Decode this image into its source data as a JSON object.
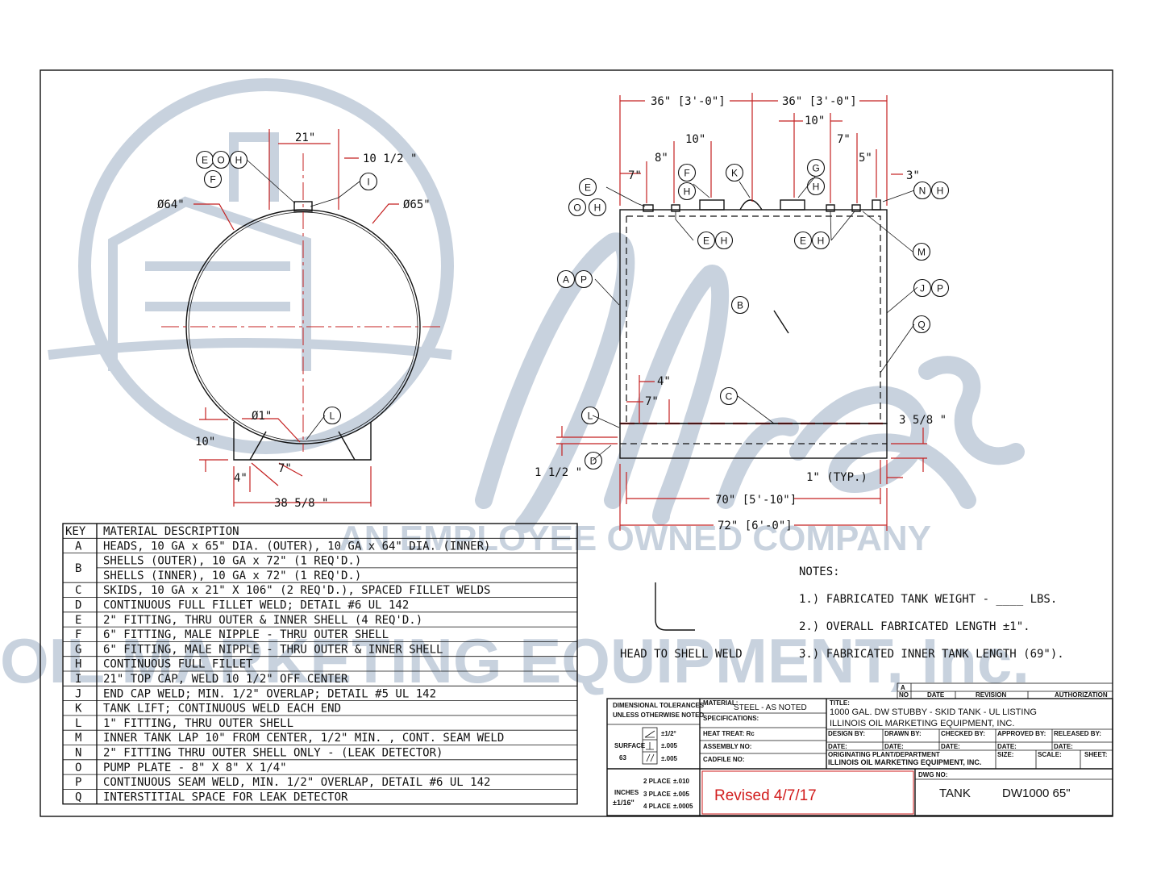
{
  "watermark": {
    "tagline": "AN EMPLOYEE OWNED COMPANY",
    "company": "OIL MARKETING EQUIPMENT, Inc."
  },
  "end_view": {
    "dim_21": "21\"",
    "dim_10_5": "10 1/2 \"",
    "dia_inner": "Ø64\"",
    "dia_outer": "Ø65\"",
    "dia_1": "Ø1\"",
    "dim_10": "10\"",
    "dim_4": "4\"",
    "dim_7": "7\"",
    "dim_38": "38 5/8 \""
  },
  "side_view": {
    "dim_36_left": "36\" [3'-0\"]",
    "dim_36_right": "36\" [3'-0\"]",
    "dim_10_left": "10\"",
    "dim_10_right": "10\"",
    "dim_8": "8\"",
    "dim_7_left": "7\"",
    "dim_7_right": "7\"",
    "dim_5": "5\"",
    "dim_3": "3\"",
    "dim_4": "4\"",
    "dim_7_inner": "7\"",
    "dim_3_5_8": "3 5/8 \"",
    "dim_1_1_2": "1 1/2 \"",
    "dim_1_typ": "1\" (TYP.)",
    "dim_70": "70\" [5'-10\"]",
    "dim_72": "72\" [6'-0\"]"
  },
  "bubbles": [
    "A",
    "B",
    "C",
    "D",
    "E",
    "F",
    "G",
    "H",
    "I",
    "J",
    "K",
    "L",
    "M",
    "N",
    "O",
    "P",
    "Q"
  ],
  "legend": {
    "head_key": "KEY",
    "head_desc": "MATERIAL DESCRIPTION",
    "rows": [
      {
        "key": "A",
        "desc": "HEADS, 10 GA x 65\" DIA. (OUTER), 10 GA x 64\" DIA. (INNER)"
      },
      {
        "key": "B",
        "desc": "SHELLS (OUTER), 10 GA x 72\" (1 REQ'D.)"
      },
      {
        "key": "",
        "desc": "SHELLS (INNER), 10 GA x 72\" (1 REQ'D.)"
      },
      {
        "key": "C",
        "desc": "SKIDS, 10 GA x 21\" X 106\" (2 REQ'D.), SPACED FILLET WELDS"
      },
      {
        "key": "D",
        "desc": "CONTINUOUS FULL FILLET WELD; DETAIL #6 UL 142"
      },
      {
        "key": "E",
        "desc": "2\" FITTING, THRU OUTER & INNER SHELL (4 REQ'D.)"
      },
      {
        "key": "F",
        "desc": "6\" FITTING, MALE NIPPLE - THRU OUTER SHELL"
      },
      {
        "key": "G",
        "desc": "6\" FITTING, MALE NIPPLE - THRU OUTER & INNER SHELL"
      },
      {
        "key": "H",
        "desc": "CONTINUOUS FULL FILLET"
      },
      {
        "key": "I",
        "desc": "21\" TOP CAP, WELD 10 1/2\" OFF CENTER"
      },
      {
        "key": "J",
        "desc": "END CAP WELD; MIN. 1/2\" OVERLAP; DETAIL #5 UL 142"
      },
      {
        "key": "K",
        "desc": "TANK LIFT; CONTINUOUS WELD EACH END"
      },
      {
        "key": "L",
        "desc": "1\" FITTING, THRU OUTER SHELL"
      },
      {
        "key": "M",
        "desc": "INNER TANK LAP 10\" FROM CENTER, 1/2\" MIN. , CONT. SEAM WELD"
      },
      {
        "key": "N",
        "desc": "2\" FITTING THRU OUTER SHELL ONLY - (LEAK DETECTOR)"
      },
      {
        "key": "O",
        "desc": "PUMP PLATE - 8\" X 8\" X 1/4\""
      },
      {
        "key": "P",
        "desc": "CONTINUOUS SEAM WELD, MIN. 1/2\" OVERLAP, DETAIL #6 UL 142"
      },
      {
        "key": "Q",
        "desc": "INTERSTITIAL SPACE FOR LEAK DETECTOR"
      }
    ]
  },
  "weld_detail": {
    "label": "HEAD TO SHELL WELD"
  },
  "notes": {
    "heading": "NOTES:",
    "items": [
      "1.) FABRICATED TANK WEIGHT - ____ LBS.",
      "2.) OVERALL FABRICATED LENGTH ±1\".",
      "3.) FABRICATED INNER TANK LENGTH (69\")."
    ]
  },
  "title_block": {
    "rev_a": "A",
    "rev_no": "NO",
    "rev_date": "DATE",
    "rev_revision": "REVISION",
    "rev_auth": "AUTHORIZATION",
    "tol_1": "DIMENSIONAL TOLERANCES",
    "tol_2": "UNLESS OTHERWISE NOTED",
    "surface": "SURFACE",
    "surface_val": "63",
    "sym_1": "±1/2°",
    "sym_2": "±.005",
    "sym_3": "±.005",
    "inches": "INCHES",
    "inches_val": "±1/16\"",
    "place_2": "2 PLACE",
    "place_2_val": "±.010",
    "place_3": "3 PLACE",
    "place_3_val": "±.005",
    "place_4": "4 PLACE",
    "place_4_val": "±.0005",
    "material_label": "MATERIAL:",
    "material_value": "STEEL - AS NOTED",
    "specs_label": "SPECIFICATIONS:",
    "heat_label": "HEAT TREAT: Rc",
    "assembly_label": "ASSEMBLY NO:",
    "cadfile_label": "CADFILE NO:",
    "title_label": "TITLE:",
    "title_line1": "1000 GAL. DW STUBBY - SKID TANK - UL LISTING",
    "title_line2": "ILLINOIS OIL MARKETING EQUIPMENT, INC.",
    "design_by": "DESIGN BY:",
    "drawn_by": "DRAWN BY:",
    "checked_by": "CHECKED BY:",
    "approved_by": "APPROVED BY:",
    "released_by": "RELEASED BY:",
    "date": "DATE:",
    "size": "SIZE:",
    "scale": "SCALE:",
    "sheet": "SHEET:",
    "origin_label": "ORIGINATING PLANT/DEPARTMENT",
    "origin_value": "ILLINOIS OIL MARKETING EQUIPMENT, INC.",
    "revised": "Revised 4/7/17",
    "dwg_label": "DWG NO:",
    "dwg_type": "TANK",
    "dwg_no": "DW1000 65\""
  }
}
